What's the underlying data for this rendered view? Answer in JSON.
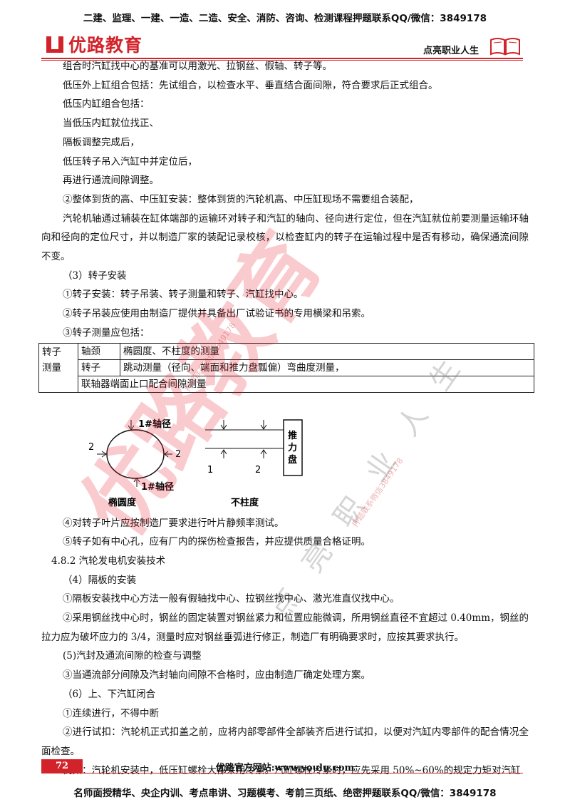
{
  "header": {
    "banner": "二建、监理、一建、一造、二造、安全、消防、咨询、检测课程押题联系QQ/微信：3849178",
    "logo_text": "优路教育",
    "slogan": "点亮职业人生"
  },
  "body": {
    "lines": [
      "组合时汽缸找中心的基准可以用激光、拉钢丝、假轴、转子等。",
      "低压外上缸组合包括：先试组合，以检查水平、垂直结合面间隙，符合要求后正式组合。",
      "低压内缸组合包括：",
      "当低压内缸就位找正、",
      "隔板调整完成后，",
      "低压转子吊入汽缸中并定位后，",
      "再进行通流间隙调整。",
      "②整体到货的高、中压缸安装：整体到货的汽轮机高、中压缸现场不需要组合装配，",
      "汽轮机轴通过辅装在缸体端部的运输环对转子和汽缸的轴向、径向进行定位，但在汽缸就位前要测量运输环轴向和径向的定位尺寸，并以制造厂家的装配记录校核，以检查缸内的转子在运输过程中是否有移动，确保通流间隙不变。",
      "（3）转子安装",
      "①转子安装：转子吊装、转子测量和转子、汽缸找中心。",
      "②转子吊装应使用由制造厂提供并具备出厂试验证书的专用横梁和吊索。",
      "③转子测量应包括："
    ],
    "table": {
      "c1a": "转子",
      "c1b": "测量",
      "r1_label": "轴颈",
      "r1_value": "椭圆度、不柱度的测量",
      "r2_label": "转子",
      "r2_value": "跳动测量（径向、端面和推力盘瓢偏）弯曲度测量，",
      "r3_value": "联轴器端面止口配合间隙测量"
    },
    "diagram": {
      "ell_top": "1#轴径",
      "ell_bottom": "1#轴径",
      "ell_left": "2",
      "ell_right": "2",
      "ell_caption": "椭圆度",
      "cyl_label_1": "1",
      "cyl_label_2": "2",
      "cyl_disc": "推力盘",
      "cyl_caption": "不柱度"
    },
    "lines2": [
      "④对转子叶片应按制造厂要求进行叶片静频率测试。",
      "⑤转子如有中心孔，应有厂内的探伤检查报告，并应提供质量合格证明。",
      "4.8.2 汽轮发电机安装技术",
      "（4）隔板的安装",
      "①隔板安装找中心方法一般有假轴找中心、拉钢丝找中心、激光准直仪找中心。",
      "②采用钢丝找中心时，钢丝的固定装置对钢丝紧力和位置应能微调，所用钢丝直径不宜超过 0.40mm，钢丝的拉力应为破坏应力的 3/4，测量时应对钢丝垂弧进行修正，制造厂有明确要求时，应按其要求执行。",
      "(5)汽封及通流间隙的检查与调整",
      "③当通流部分间隙及汽封轴向间隙不合格时，应由制造厂确定处理方案。",
      "（6）上、下汽缸闭合",
      "①连续进行，不得中断",
      "②进行试扣：汽轮机正式扣盖之前，应将内部零部件全部装齐后进行试扣，以便对汽缸内零部件的配合情况全面检查。",
      "例如：汽轮机安装中，低压缸螺栓大都采用冷紧。汽缸螺栓冷紧时，应先采用 50%~60%的规定力矩对汽缸"
    ]
  },
  "watermark": {
    "big": "优路教育",
    "small": "点亮职业人生",
    "contact_1": "押题联系微信3849178",
    "contact_2": "押题联系微信3849178"
  },
  "footer": {
    "page_number": "72",
    "site": "优路官方网站:www.youlu.com",
    "banner": "名师面授精华、央企内训、考点串讲、习题模考、考前三页纸、绝密押题联系QQ/微信：3849178"
  },
  "colors": {
    "brand_red": "#d2232a"
  }
}
